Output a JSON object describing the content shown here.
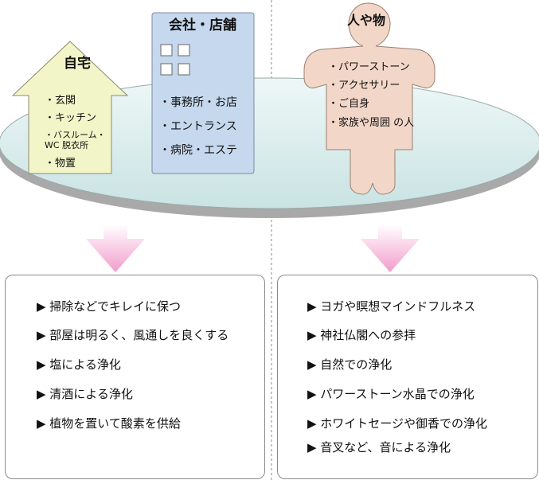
{
  "categories": {
    "home": {
      "title": "自宅",
      "items": [
        "・玄関",
        "・キッチン",
        "・バスルーム・WC 脱衣所",
        "・物置"
      ]
    },
    "office": {
      "title": "会社・店舗",
      "items": [
        "・事務所・お店",
        "・エントランス",
        "・病院・エステ"
      ]
    },
    "person": {
      "title": "人や物",
      "items": [
        "・パワーストーン",
        "・アクセサリー",
        "・ご自身",
        "・家族や周囲 の人"
      ]
    }
  },
  "left_methods": [
    "▶ 掃除などでキレイに保つ",
    "▶ 部屋は明るく、風通しを良くする",
    "▶ 塩による浄化",
    "▶ 清酒による浄化",
    "▶ 植物を置いて酸素を供給"
  ],
  "right_methods": [
    "▶ ヨガや瞑想マインドフルネス",
    "▶ 神社仏閣への参拝",
    "▶ 自然での浄化",
    "▶ パワーストーン水晶での浄化",
    "▶ ホワイトセージや御香での浄化",
    "▶ 音叉など、音による浄化"
  ],
  "colors": {
    "house_fill": "#f2f5c8",
    "office_fill": "#c5d8ee",
    "person_fill": "#f2d6c8",
    "disc_top": "#d8ecec",
    "disc_side": "#a8a8a8",
    "arrow": "#f2a7d0"
  }
}
